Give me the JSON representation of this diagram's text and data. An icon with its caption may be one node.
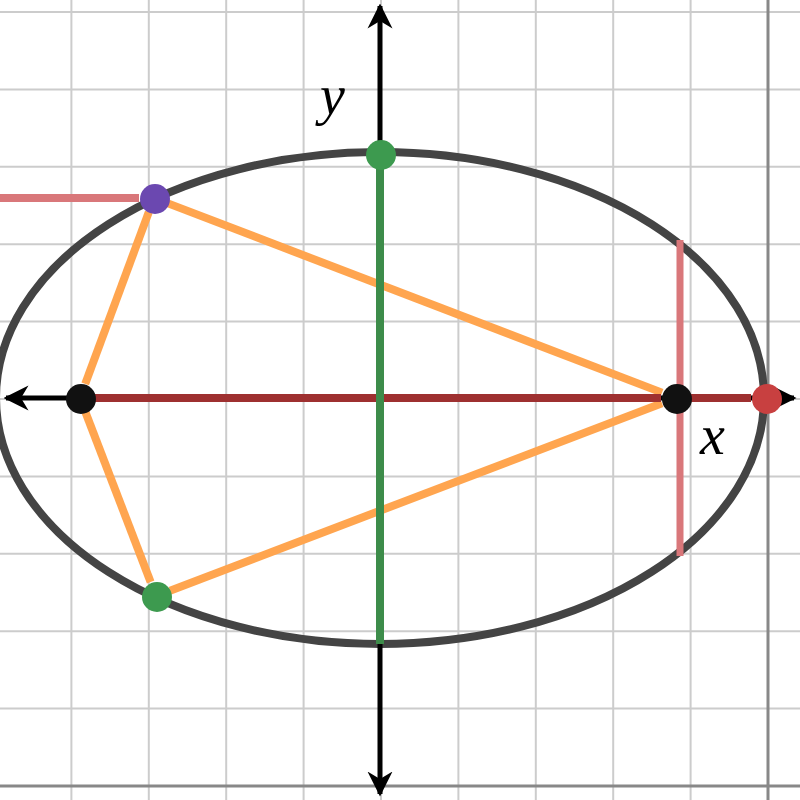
{
  "diagram": {
    "nodes": [
      {
        "text": [],
        "shape": "circle"
      },
      {
        "text": [],
        "shape": "circle"
      },
      {
        "text": [],
        "shape": "circle"
      },
      {
        "text": [],
        "shape": "circle"
      },
      {
        "text": [],
        "shape": "circle"
      },
      {
        "text": [],
        "shape": "circle"
      }
    ],
    "edges": [
      {
        "from": 0,
        "to": 3,
        "arrow": "none"
      },
      {
        "from": 0,
        "to": 2,
        "arrow": "none"
      },
      {
        "from": 2,
        "to": 5,
        "arrow": "none"
      },
      {
        "from": 5,
        "to": 3,
        "arrow": "none"
      },
      {
        "from": 2,
        "to": 3,
        "arrow": "none",
        "color": "#9e3030"
      },
      {
        "from": 3,
        "to": 4,
        "arrow": "none",
        "color": "#9e3030"
      },
      {
        "from": 1,
        "to": null,
        "arrow": "none",
        "color": "#3d8c4a"
      },
      {
        "from": null,
        "to": 0,
        "arrow": "none",
        "color": "#d9777a"
      }
    ],
    "labels": [
      "y",
      "x"
    ]
  }
}
